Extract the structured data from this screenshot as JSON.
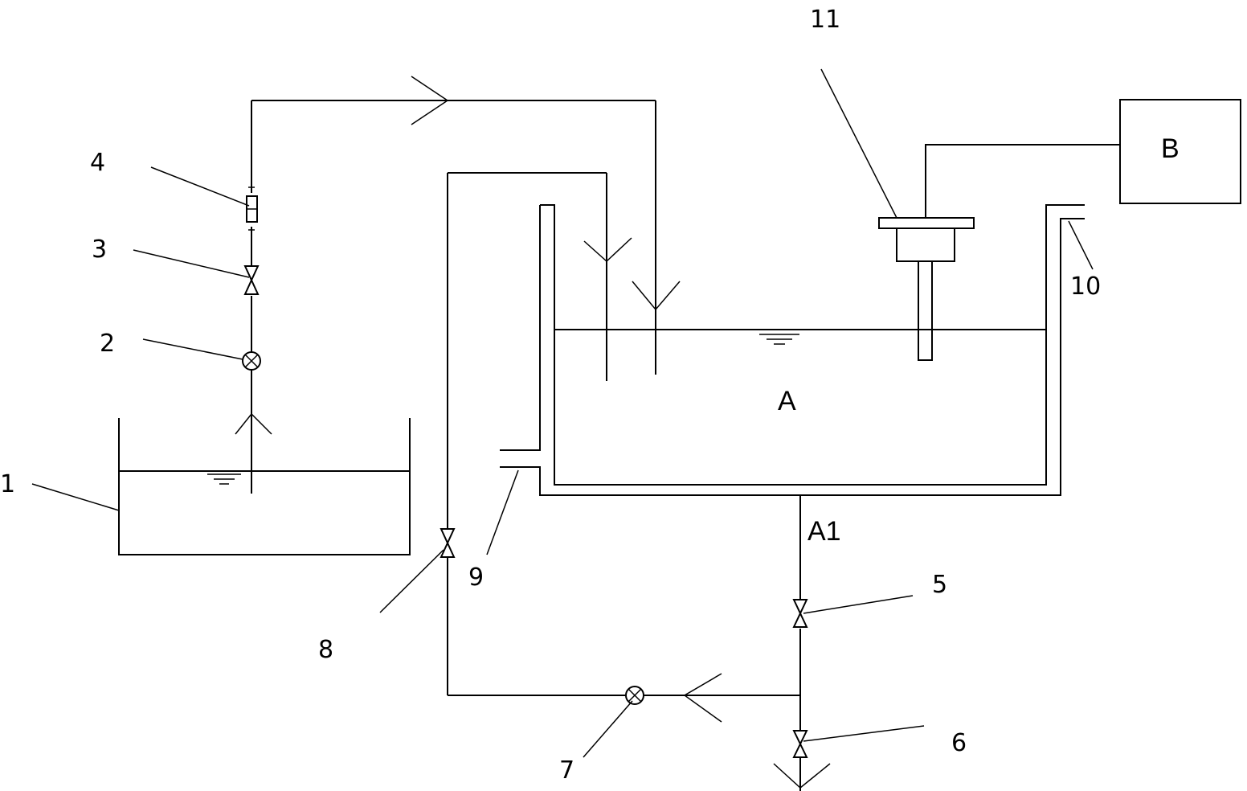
{
  "labels": {
    "n1": "1",
    "n2": "2",
    "n3": "3",
    "n4": "4",
    "n5": "5",
    "n6": "6",
    "n7": "7",
    "n8": "8",
    "n9": "9",
    "n10": "10",
    "n11": "11",
    "tank_a": "A",
    "pipe_a1": "A1",
    "box_b": "B"
  }
}
